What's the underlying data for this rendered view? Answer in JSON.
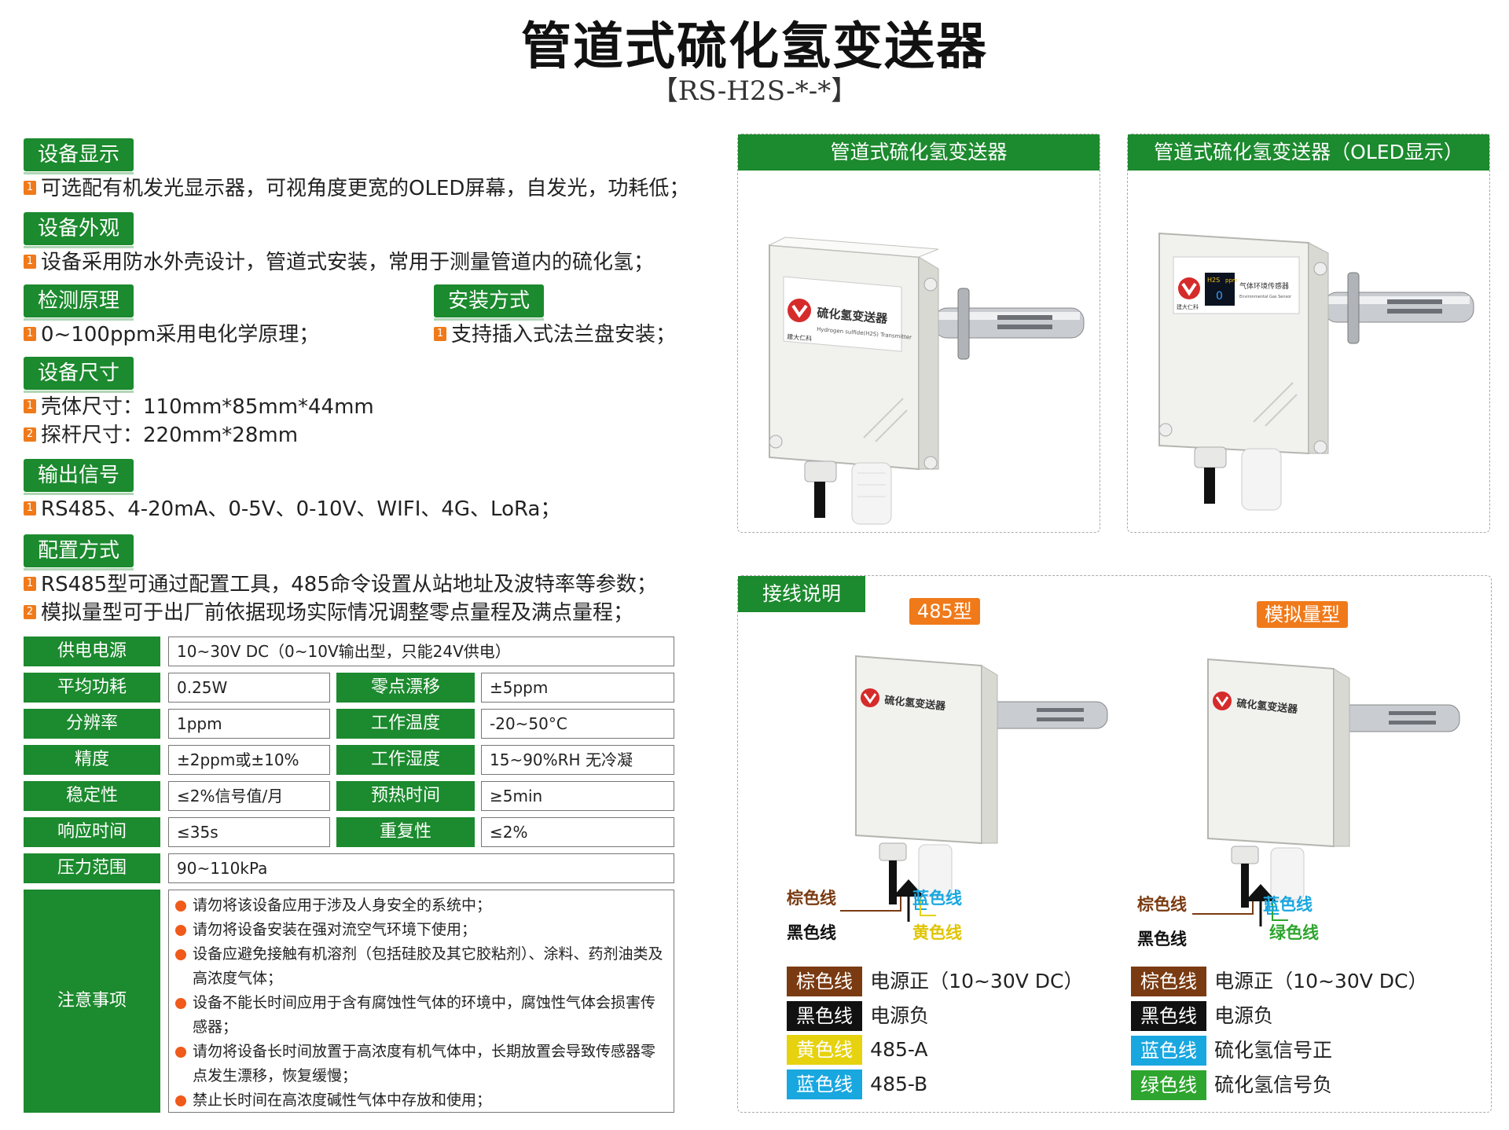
{
  "header": {
    "title": "管道式硫化氢变送器",
    "model": "【RS-H2S-*-*】"
  },
  "sections": {
    "display": {
      "title": "设备显示",
      "lines": [
        "可选配有机发光显示器，可视角度更宽的OLED屏幕，自发光，功耗低；"
      ]
    },
    "appearance": {
      "title": "设备外观",
      "lines": [
        "设备采用防水外壳设计，管道式安装，常用于测量管道内的硫化氢；"
      ]
    },
    "principle": {
      "title": "检测原理",
      "lines": [
        "0~100ppm采用电化学原理；"
      ]
    },
    "install": {
      "title": "安装方式",
      "lines": [
        "支持插入式法兰盘安装；"
      ]
    },
    "size": {
      "title": "设备尺寸",
      "lines": [
        "壳体尺寸：110mm*85mm*44mm",
        "探杆尺寸：220mm*28mm"
      ]
    },
    "output": {
      "title": "输出信号",
      "lines": [
        "RS485、4-20mA、0-5V、0-10V、WIFI、4G、LoRa；"
      ]
    },
    "config": {
      "title": "配置方式",
      "lines": [
        "RS485型可通过配置工具，485命令设置从站地址及波特率等参数；",
        "模拟量型可于出厂前依据现场实际情况调整零点量程及满点量程；"
      ]
    }
  },
  "numbers": [
    "1",
    "2"
  ],
  "specs": {
    "power": {
      "label": "供电电源",
      "value": "10~30V DC（0~10V输出型，只能24V供电）"
    },
    "consumption": {
      "label": "平均功耗",
      "value": "0.25W"
    },
    "zero_drift": {
      "label": "零点漂移",
      "value": "±5ppm"
    },
    "resolution": {
      "label": "分辨率",
      "value": "1ppm"
    },
    "work_temp": {
      "label": "工作温度",
      "value": "-20~50°C"
    },
    "accuracy": {
      "label": "精度",
      "value": "±2ppm或±10%"
    },
    "work_hum": {
      "label": "工作湿度",
      "value": "15~90%RH 无冷凝"
    },
    "stability": {
      "label": "稳定性",
      "value": "≤2%信号值/月"
    },
    "preheat": {
      "label": "预热时间",
      "value": "≥5min"
    },
    "response": {
      "label": "响应时间",
      "value": "≤35s"
    },
    "repeat": {
      "label": "重复性",
      "value": "≤2%"
    },
    "pressure": {
      "label": "压力范围",
      "value": "90~110kPa"
    },
    "notes": {
      "label": "注意事项",
      "items": [
        "请勿将该设备应用于涉及人身安全的系统中；",
        "请勿将设备安装在强对流空气环境下使用；",
        "设备应避免接触有机溶剂（包括硅胶及其它胶粘剂）、涂料、药剂油类及高浓度气体；",
        "设备不能长时间应用于含有腐蚀性气体的环境中，腐蚀性气体会损害传感器；",
        "请勿将设备长时间放置于高浓度有机气体中，长期放置会导致传感器零点发生漂移，恢复缓慢；",
        "禁止长时间在高浓度碱性气体中存放和使用；"
      ]
    }
  },
  "products": {
    "left": {
      "title": "管道式硫化氢变送器"
    },
    "right": {
      "title": "管道式硫化氢变送器（OLED显示）"
    },
    "device_label": "硫化氢变送器",
    "device_sub": "Hydrogen sulfide(H2S) Transmitter",
    "oled_label": "气体环境传感器",
    "oled_sub": "Environmental Gas Sensor",
    "oled_value": "0",
    "oled_unit": "ppm",
    "oled_name": "H2S",
    "brand": "建大仁科"
  },
  "wiring": {
    "title": "接线说明",
    "type485": "485型",
    "typeAnalog": "模拟量型",
    "wire_labels_485": {
      "brown": "棕色线",
      "blue": "蓝色线",
      "black": "黑色线",
      "yellow": "黄色线"
    },
    "wire_labels_analog": {
      "brown": "棕色线",
      "blue": "蓝色线",
      "black": "黑色线",
      "green": "绿色线"
    },
    "legend_485": [
      {
        "wire": "棕色线",
        "desc": "电源正（10~30V DC）",
        "color": "#7a3b12"
      },
      {
        "wire": "黑色线",
        "desc": "电源负",
        "color": "#111111"
      },
      {
        "wire": "黄色线",
        "desc": "485-A",
        "color": "#e6d20e"
      },
      {
        "wire": "蓝色线",
        "desc": "485-B",
        "color": "#19a7e0"
      }
    ],
    "legend_analog": [
      {
        "wire": "棕色线",
        "desc": "电源正（10~30V DC）",
        "color": "#7a3b12"
      },
      {
        "wire": "黑色线",
        "desc": "电源负",
        "color": "#111111"
      },
      {
        "wire": "蓝色线",
        "desc": "硫化氢信号正",
        "color": "#19a7e0"
      },
      {
        "wire": "绿色线",
        "desc": "硫化氢信号负",
        "color": "#2ea52e"
      }
    ]
  },
  "colors": {
    "green": "#1c8a2e",
    "orange": "#f07a1a",
    "brown": "#7a3b12",
    "blue": "#19a7e0",
    "yellow": "#e6d20e",
    "wire_green": "#2ea52e"
  }
}
